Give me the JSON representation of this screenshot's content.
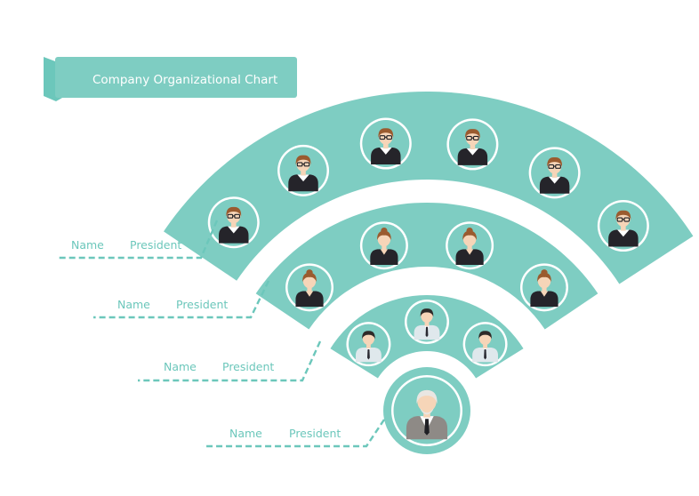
{
  "title": "Company Organizational Chart",
  "colors": {
    "teal": "#7ecdc2",
    "line": "#6cc7bb",
    "white": "#ffffff",
    "skin": "#f6d5b8",
    "hair_brown": "#9a5b2f",
    "dark_suit": "#25242a",
    "grey_suit": "#8e8a86",
    "light_shirt": "#dfe8ec"
  },
  "levels": [
    {
      "id": "top",
      "name": "Name",
      "role": "President",
      "members": 1,
      "icon": "elderly-man-icon"
    },
    {
      "id": "row2",
      "name": "Name",
      "role": "President",
      "members": 3,
      "icon": "man-icon"
    },
    {
      "id": "row3",
      "name": "Name",
      "role": "President",
      "members": 4,
      "icon": "woman-icon"
    },
    {
      "id": "row4",
      "name": "Name",
      "role": "President",
      "members": 6,
      "icon": "man-glasses-icon"
    }
  ]
}
